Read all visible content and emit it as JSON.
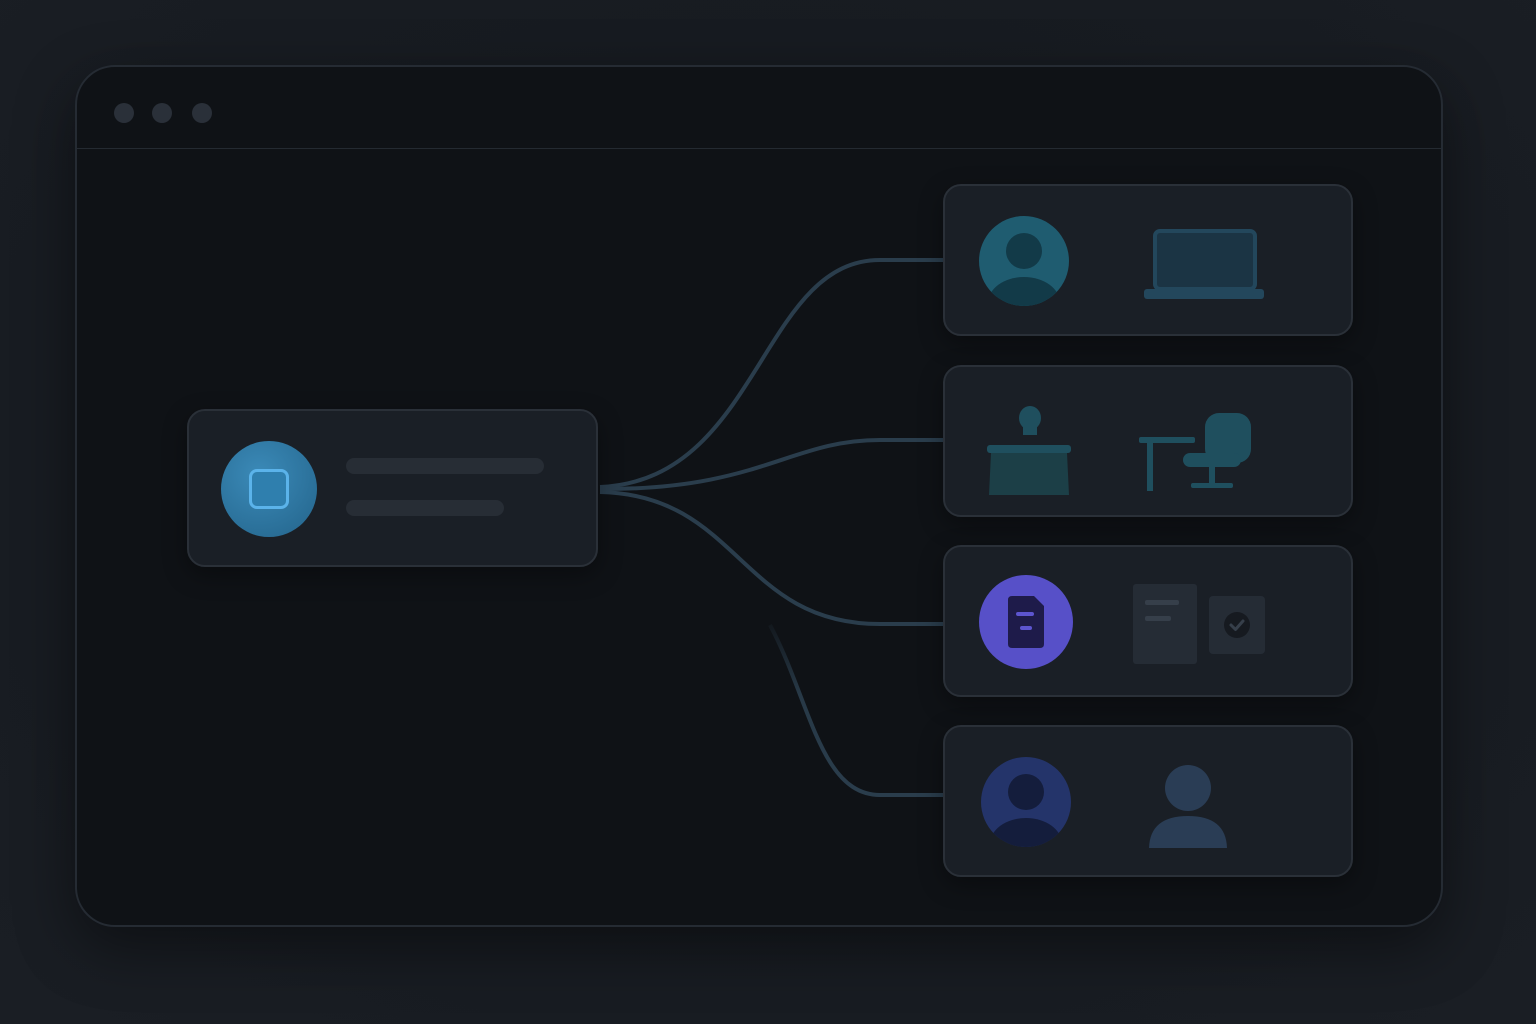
{
  "window": {
    "title_dots": [
      "close",
      "minimize",
      "maximize"
    ]
  },
  "source_node": {
    "icon": "square-icon",
    "text_placeholder_lines": 2
  },
  "target_nodes": [
    {
      "primary_icon": "user-avatar-icon",
      "secondary_icon": "laptop-icon"
    },
    {
      "primary_icon": "reception-desk-icon",
      "secondary_icon": "desk-chair-icon"
    },
    {
      "primary_icon": "document-icon",
      "secondary_icon": "checked-document-icon"
    },
    {
      "primary_icon": "user-avatar-icon",
      "secondary_icon": "person-icon"
    }
  ],
  "colors": {
    "background": "#171b21",
    "window": "#0f1216",
    "card": "#1a1f26",
    "connector": "#2a3d4c",
    "accent_blue": "#2a6f98",
    "accent_teal": "#1f5c70",
    "accent_purple": "#5750c8",
    "accent_navy": "#24346a"
  }
}
